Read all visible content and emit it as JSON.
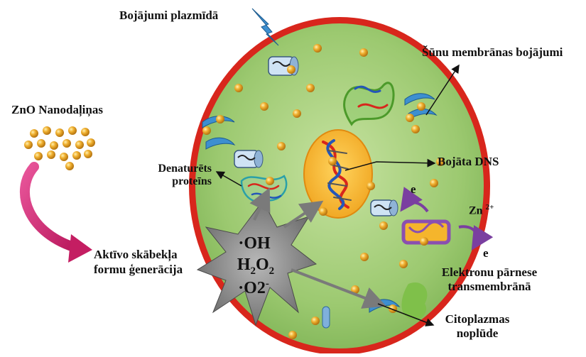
{
  "labels": {
    "plasmid_damage": "Bojājumi plazmīdā",
    "membrane_damage": "Šūnu membrānas bojājumi",
    "nanoparticles": "ZnO Nanodaļiņas",
    "denatured_line1": "Denaturēts",
    "denatured_line2": "proteīns",
    "damaged_dna": "Bojāta DNS",
    "ros_line1": "Aktīvo skābekļa",
    "ros_line2": "formu ģenerācija",
    "zinc_ion": "Zn",
    "zinc_charge": "2+",
    "electron_line1": "Elektronu pārnese",
    "electron_line2": "transmembrānā",
    "leak_line1": "Citoplazmas",
    "leak_line2": "noplūde"
  },
  "ros_species": {
    "hydroxyl": "·OH",
    "peroxide_h": "H",
    "peroxide_sub1": "2",
    "peroxide_o": "O",
    "peroxide_sub2": "2",
    "superoxide": "·O2",
    "superoxide_sup": "-"
  },
  "electron_symbol": "e",
  "colors": {
    "membrane_red": "#d8261c",
    "cytoplasm_green": "#9cc970",
    "nucleus_yellow": "#f5b52c",
    "particle_gold": "#e6a21e",
    "arrow_magenta": "#d2256e",
    "burst_grey": "#7a7a7a",
    "channel_purple": "#8a4fb0"
  }
}
